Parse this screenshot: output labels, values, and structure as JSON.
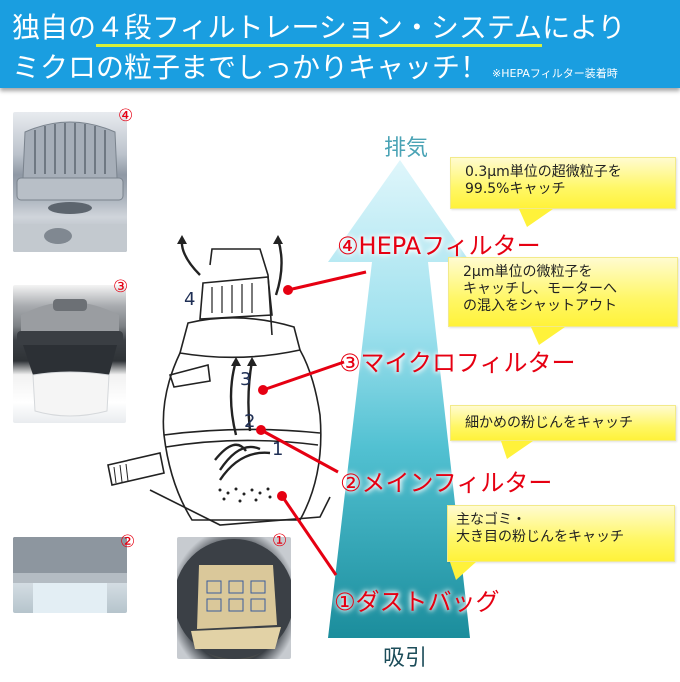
{
  "banner": {
    "line1_pre": "独自の",
    "line1_highlight": "４段フィルトレーション・システム",
    "line1_post": "により",
    "line2": "ミクロの粒子までしっかりキャッチ！",
    "note": "※HEPAフィルター装着時",
    "bg_color": "#1a9ee0",
    "underline_color": "#d8f03a"
  },
  "flow": {
    "top_label": "排気",
    "bottom_label": "吸引",
    "gradient_top": "#d9f4fa",
    "gradient_bottom": "#1a8f9f"
  },
  "stages": [
    {
      "number": "①",
      "name": "ダストバッグ",
      "label": "①ダストバッグ",
      "description": [
        "主なゴミ・",
        "大き目の粉じんをキャッチ"
      ]
    },
    {
      "number": "②",
      "name": "メインフィルター",
      "label": "②メインフィルター",
      "description": [
        "細かめの粉じんをキャッチ"
      ]
    },
    {
      "number": "③",
      "name": "マイクロフィルター",
      "label": "③マイクロフィルター",
      "description": [
        "2μm単位の微粒子を",
        "キャッチし、モーターへ",
        "の混入をシャットアウト"
      ]
    },
    {
      "number": "④",
      "name": "HEPAフィルター",
      "label": "④HEPAフィルター",
      "description": [
        "0.3μm単位の超微粒子を",
        "99.5%キャッチ"
      ]
    }
  ],
  "photos": [
    {
      "number": "④",
      "subject": "HEPA filter"
    },
    {
      "number": "③",
      "subject": "micro filter"
    },
    {
      "number": "②",
      "subject": "main filter"
    },
    {
      "number": "①",
      "subject": "dust bag"
    }
  ],
  "diagram": {
    "step_numbers": [
      "1",
      "2",
      "3",
      "4"
    ],
    "accent_color": "#e60012"
  }
}
